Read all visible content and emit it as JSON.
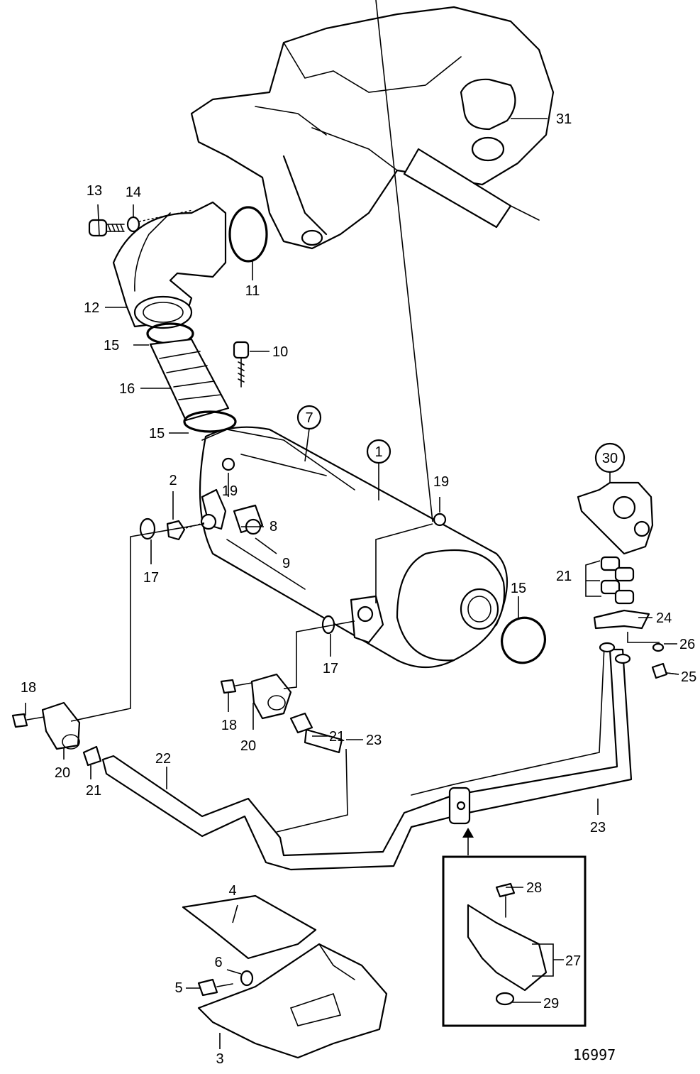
{
  "drawing_number": "16997",
  "circled_callouts": [
    "1",
    "7",
    "30"
  ],
  "callouts": {
    "c1": "1",
    "c2": "2",
    "c3": "3",
    "c4": "4",
    "c5": "5",
    "c6": "6",
    "c7": "7",
    "c8": "8",
    "c9": "9",
    "c10": "10",
    "c11": "11",
    "c12": "12",
    "c13": "13",
    "c14": "14",
    "c15a": "15",
    "c15b": "15",
    "c15c": "15",
    "c16": "16",
    "c17a": "17",
    "c17b": "17",
    "c18a": "18",
    "c18b": "18",
    "c19a": "19",
    "c19b": "19",
    "c20a": "20",
    "c20b": "20",
    "c21a": "21",
    "c21b": "21",
    "c21c": "21",
    "c22": "22",
    "c23a": "23",
    "c23b": "23",
    "c24": "24",
    "c25": "25",
    "c26": "26",
    "c27": "27",
    "c28": "28",
    "c29": "29",
    "c30": "30",
    "c31": "31"
  }
}
